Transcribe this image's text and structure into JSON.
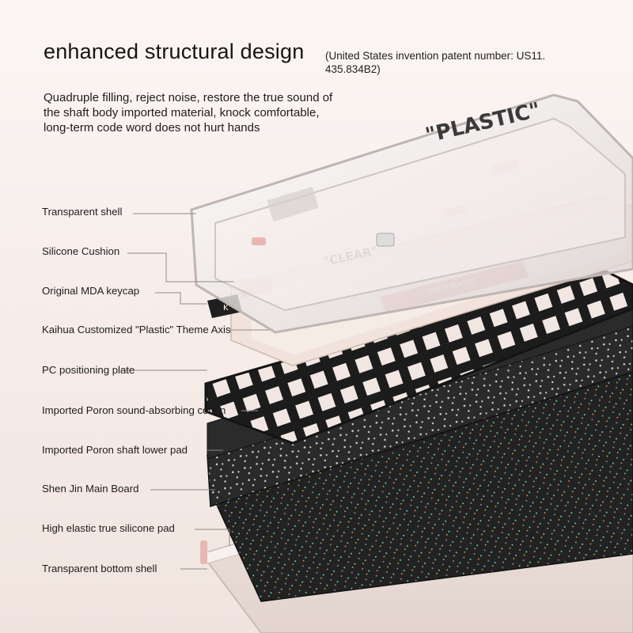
{
  "header": {
    "title": "enhanced structural design",
    "patent_note": "(United States invention patent number: US11. 435.834B2)"
  },
  "description": {
    "lines": [
      "Quadruple filling, reject noise, restore the true sound of",
      "the shaft body imported material, knock comfortable,",
      "long-term code word does not hurt hands"
    ]
  },
  "layers": [
    {
      "label": "Transparent shell"
    },
    {
      "label": "Silicone Cushion"
    },
    {
      "label": "Original MDA keycap"
    },
    {
      "label": "Kaihua Customized \"Plastic\" Theme Axis"
    },
    {
      "label": "PC positioning plate"
    },
    {
      "label": "Imported Poron sound-absorbing cotton"
    },
    {
      "label": "Imported Poron shaft lower pad"
    },
    {
      "label": "Shen Jin Main Board"
    },
    {
      "label": "High elastic true silicone pad"
    },
    {
      "label": "Transparent bottom shell"
    }
  ],
  "colors": {
    "background": "#f6ece8",
    "keycap_pink": "#e9b9b4",
    "keycap_cream": "#f3e6de",
    "plate_black": "#1e1e1e",
    "foam_dark": "#2b2b2b"
  }
}
